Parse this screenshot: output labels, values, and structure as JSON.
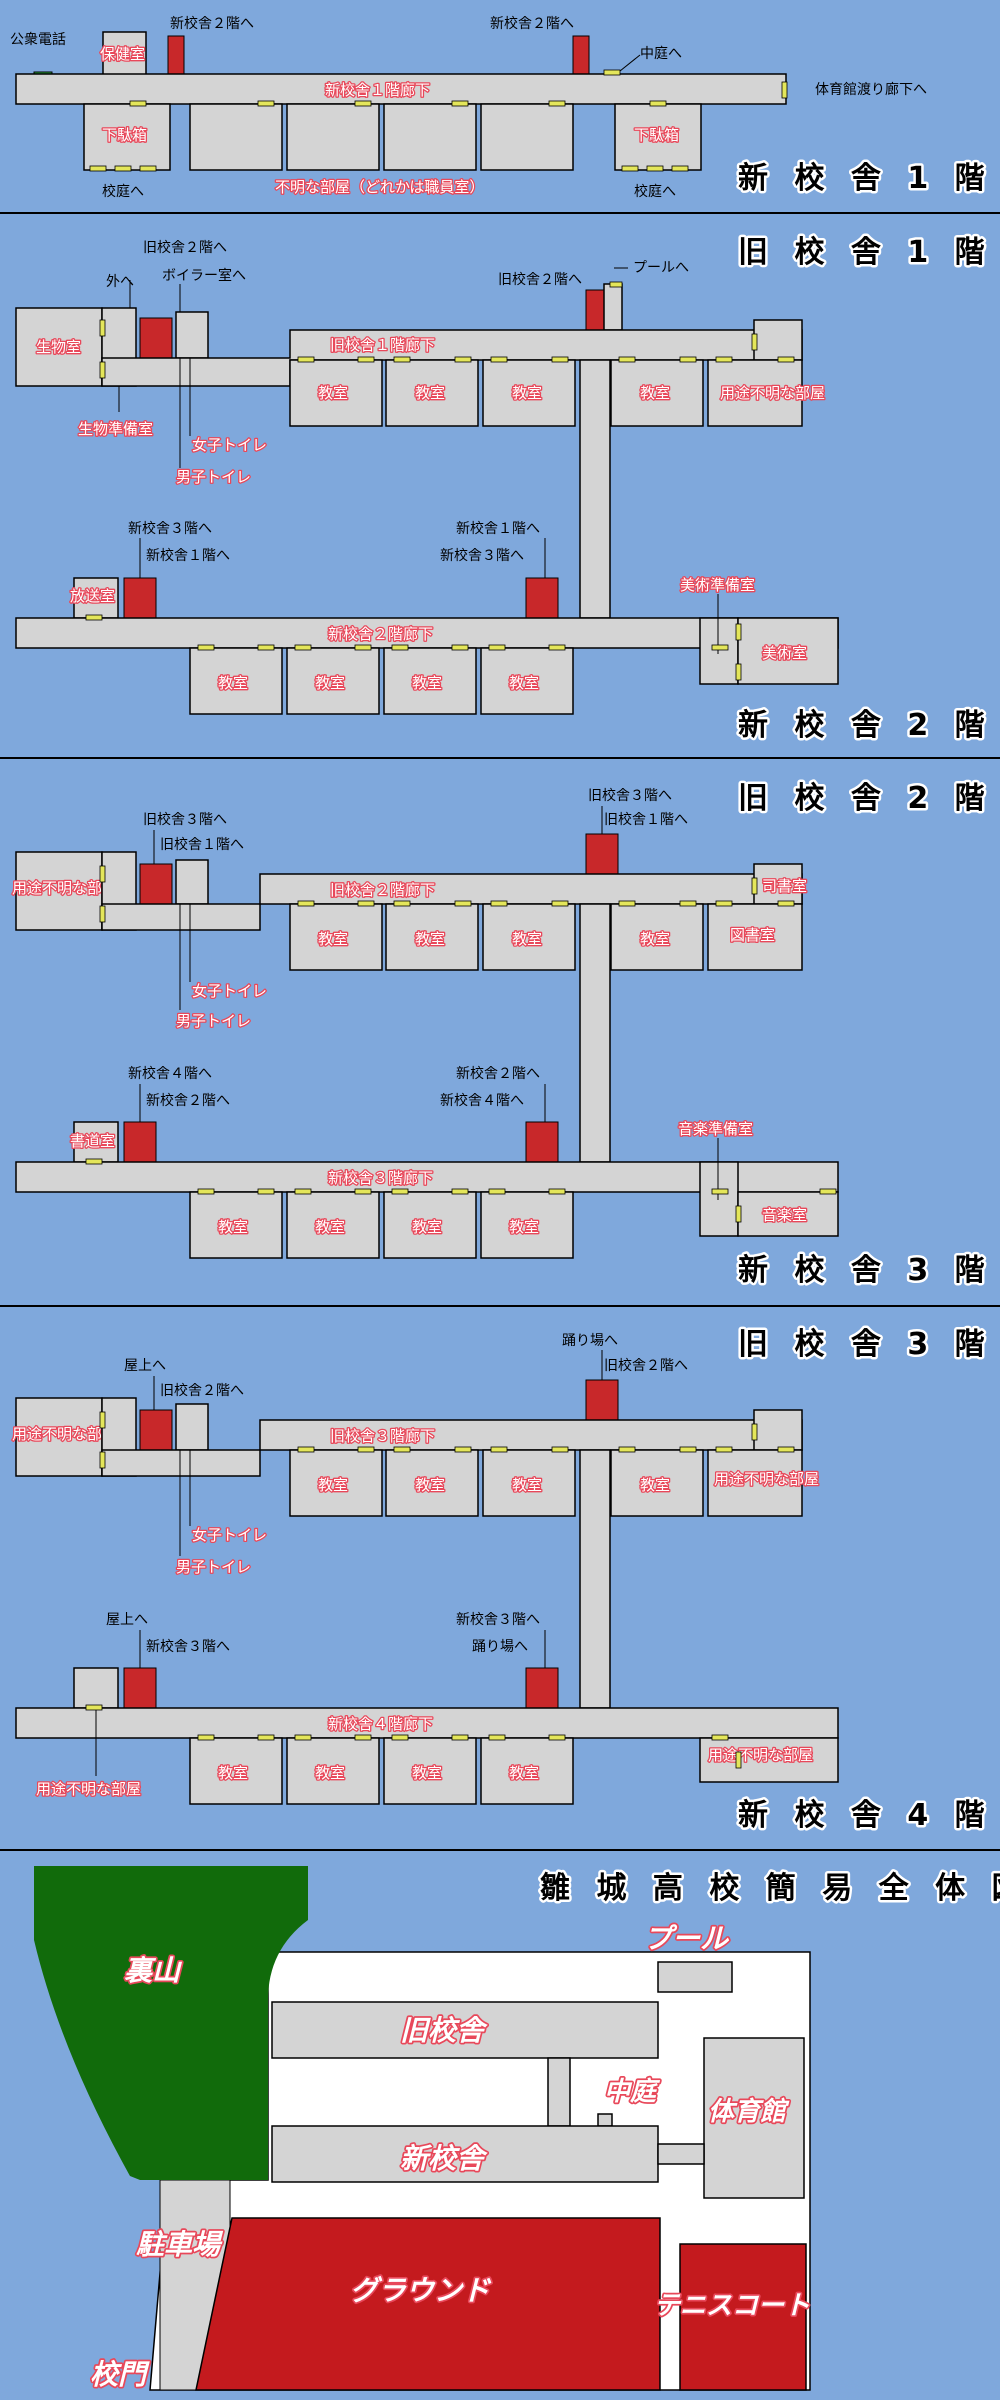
{
  "sections": {
    "new1": {
      "title": "新 校 舎 1 階",
      "labels": {
        "phone": "公衆電話",
        "health": "保健室",
        "to_new2_a": "新校舎２階へ",
        "to_new2_b": "新校舎２階へ",
        "to_courtyard": "中庭へ",
        "to_gym": "体育館渡り廊下へ",
        "corridor": "新校舎１階廊下",
        "shoebox_a": "下駄箱",
        "shoebox_b": "下駄箱",
        "to_yard_a": "校庭へ",
        "to_yard_b": "校庭へ",
        "unknown_rooms": "不明な部屋（どれかは職員室）"
      }
    },
    "old1": {
      "title": "旧 校 舎 1 階",
      "labels": {
        "to_old2": "旧校舎２階へ",
        "outside": "外へ",
        "boiler": "ボイラー室へ",
        "to_old2_b": "旧校舎２階へ",
        "pool": "プールへ",
        "biology": "生物室",
        "corridor": "旧校舎１階廊下",
        "classroom": "教室",
        "unknown": "用途不明な部屋",
        "bio_prep": "生物準備室",
        "girls_wc": "女子トイレ",
        "boys_wc": "男子トイレ"
      }
    },
    "new2": {
      "title": "新 校 舎 2 階",
      "labels": {
        "to_new3": "新校舎３階へ",
        "to_new1": "新校舎１階へ",
        "to_new1_b": "新校舎１階へ",
        "to_new3_b": "新校舎３階へ",
        "broadcast": "放送室",
        "art_prep": "美術準備室",
        "art": "美術室",
        "corridor": "新校舎２階廊下",
        "classroom": "教室"
      }
    },
    "old2": {
      "title": "旧 校 舎 2 階",
      "labels": {
        "to_old3_a": "旧校舎３階へ",
        "to_old1_a": "旧校舎１階へ",
        "to_old3_b": "旧校舎３階へ",
        "to_old1_b": "旧校舎１階へ",
        "unknown": "用途不明な部屋",
        "corridor": "旧校舎２階廊下",
        "classroom": "教室",
        "librarian": "司書室",
        "library": "図書室",
        "girls_wc": "女子トイレ",
        "boys_wc": "男子トイレ"
      }
    },
    "new3": {
      "title": "新 校 舎 3 階",
      "labels": {
        "to_new4": "新校舎４階へ",
        "to_new2": "新校舎２階へ",
        "to_new2_b": "新校舎２階へ",
        "to_new4_b": "新校舎４階へ",
        "calligraphy": "書道室",
        "music_prep": "音楽準備室",
        "music": "音楽室",
        "corridor": "新校舎３階廊下",
        "classroom": "教室"
      }
    },
    "old3": {
      "title": "旧 校 舎 3 階",
      "labels": {
        "landing": "踊り場へ",
        "to_old2_r": "旧校舎２階へ",
        "roof": "屋上へ",
        "to_old2_l": "旧校舎２階へ",
        "unknown_l": "用途不明な部屋",
        "unknown_r": "用途不明な部屋",
        "corridor": "旧校舎３階廊下",
        "classroom": "教室",
        "girls_wc": "女子トイレ",
        "boys_wc": "男子トイレ"
      }
    },
    "new4": {
      "title": "新 校 舎 4 階",
      "labels": {
        "roof": "屋上へ",
        "to_new3": "新校舎３階へ",
        "to_new3_b": "新校舎３階へ",
        "landing": "踊り場へ",
        "corridor": "新校舎４階廊下",
        "classroom": "教室",
        "unknown_r": "用途不明な部屋",
        "unknown_l": "用途不明な部屋"
      }
    },
    "overview": {
      "title": "雛 城 高 校 簡 易 全 体 図",
      "labels": {
        "mountain": "裏山",
        "pool": "プール",
        "old_bldg": "旧校舎",
        "courtyard": "中庭",
        "gym": "体育館",
        "new_bldg": "新校舎",
        "parking": "駐車場",
        "ground": "グラウンド",
        "tennis": "テニスコート",
        "gate": "校門"
      }
    }
  },
  "colors": {
    "background": "#7fa8dc",
    "room": "#d4d4d4",
    "stairs": "#c8282a",
    "door": "#e4e65a",
    "label_outline": "#e8485a",
    "forest": "#116b0b",
    "field": "#c41a1e"
  }
}
